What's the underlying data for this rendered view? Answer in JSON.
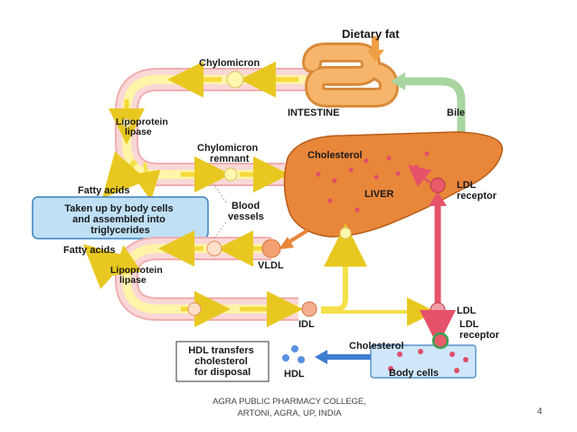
{
  "labels": {
    "dietary_fat": "Dietary fat",
    "chylomicron": "Chylomicron",
    "intestine": "INTESTINE",
    "bile": "Bile",
    "lipoprotein_lipase_top": [
      "Lipoprotein",
      "lipase"
    ],
    "chylomicron_remnant": [
      "Chylomicron",
      "remnant"
    ],
    "cholesterol_liver": "Cholesterol",
    "liver": "LIVER",
    "ldl_receptor_liver": [
      "LDL",
      "receptor"
    ],
    "fatty_acids_top": "Fatty acids",
    "taken_up": [
      "Taken up by body cells",
      "and assembled into",
      "triglycerides"
    ],
    "blood_vessels": [
      "Blood",
      "vessels"
    ],
    "fatty_acids_bottom": "Fatty acids",
    "vldl": "VLDL",
    "lipoprotein_lipase_bottom": [
      "Lipoprotein",
      "lipase"
    ],
    "idl": "IDL",
    "ldl": "LDL",
    "ldl_receptor_cell": [
      "LDL",
      "receptor"
    ],
    "hdl_transfers": [
      "HDL transfers",
      "cholesterol",
      "for disposal"
    ],
    "hdl": "HDL",
    "cholesterol_cell": "Cholesterol",
    "body_cells": "Body cells"
  },
  "footer": {
    "line1": "AGRA PUBLIC PHARMACY COLLEGE,",
    "line2": "ARTONI, AGRA, UP, INDIA",
    "page": "4"
  },
  "colors": {
    "vessel_pink": "#f6c9c7",
    "vessel_yellow": "#fff3a0",
    "arrow_yellow": "#f5e04a",
    "liver": "#e88a3a",
    "particle_pink": "#e8707a",
    "particle_yellow": "#fff6b0",
    "taken_up_box": "#bfe0f5",
    "body_cells_box": "#cfe6fb",
    "ldl_arrow": "#e6526a",
    "bile_arrow": "#a8d5a0",
    "hdl_arrow": "#3f7fd1",
    "intestine": "#f0a656"
  }
}
